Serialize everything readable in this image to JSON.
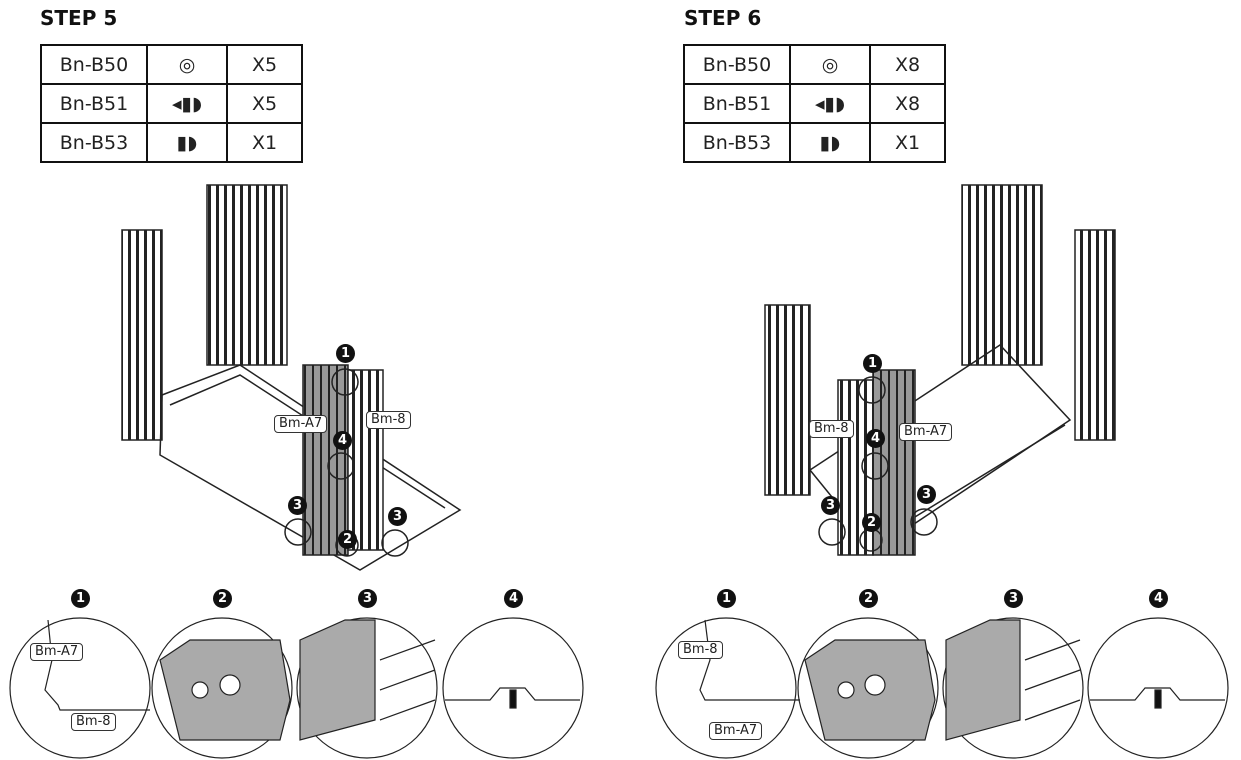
{
  "steps": [
    {
      "title": "STEP 5",
      "parts": [
        {
          "code": "Bn-B50",
          "icon": "washer-icon",
          "qty": "X5"
        },
        {
          "code": "Bn-B51",
          "icon": "screw-icon",
          "qty": "X5"
        },
        {
          "code": "Bn-B53",
          "icon": "bolt-nut-icon",
          "qty": "X1"
        }
      ],
      "labels": [
        "Bm-A7",
        "Bm-8"
      ],
      "callouts": [
        "1",
        "4",
        "3",
        "3",
        "2"
      ],
      "details": [
        "1",
        "2",
        "3",
        "4"
      ],
      "detail_labels": [
        "Bm-A7",
        "Bm-8"
      ]
    },
    {
      "title": "STEP 6",
      "parts": [
        {
          "code": "Bn-B50",
          "icon": "washer-icon",
          "qty": "X8"
        },
        {
          "code": "Bn-B51",
          "icon": "screw-icon",
          "qty": "X8"
        },
        {
          "code": "Bn-B53",
          "icon": "bolt-nut-icon",
          "qty": "X1"
        }
      ],
      "labels": [
        "Bm-8",
        "Bm-A7"
      ],
      "callouts": [
        "1",
        "4",
        "3",
        "3",
        "2"
      ],
      "details": [
        "1",
        "2",
        "3",
        "4"
      ],
      "detail_labels": [
        "Bm-8",
        "Bm-A7"
      ]
    }
  ]
}
